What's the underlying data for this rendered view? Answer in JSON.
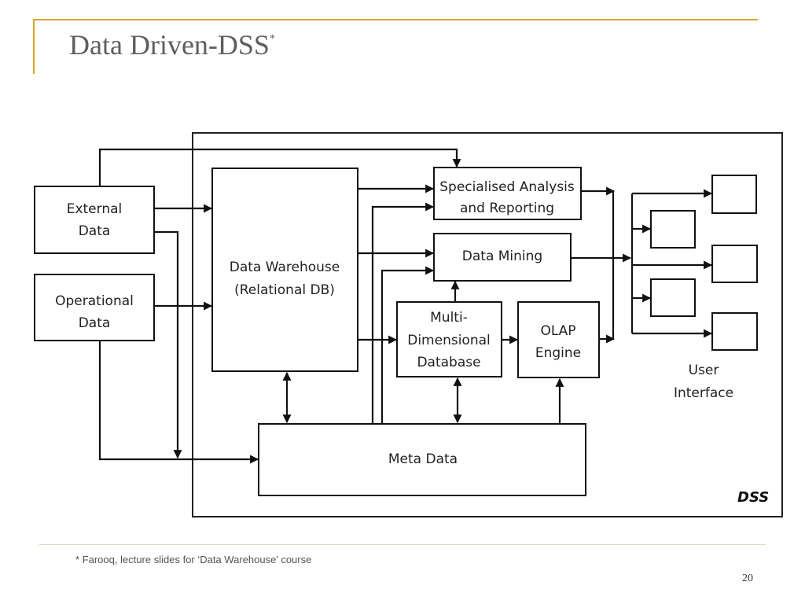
{
  "slide": {
    "title": "Data Driven-DSS",
    "title_marker": "*",
    "footnote": "* Farooq, lecture slides for ‘Data Warehouse’ course",
    "page_number": "20",
    "accent_color": "#d4a92a"
  },
  "diagram": {
    "container_label": "DSS",
    "nodes": {
      "external_data": [
        "External",
        "Data"
      ],
      "operational_data": [
        "Operational",
        "Data"
      ],
      "data_warehouse": [
        "Data Warehouse",
        "(Relational DB)"
      ],
      "specialised_analysis": [
        "Specialised Analysis",
        "and Reporting"
      ],
      "data_mining": [
        "Data Mining"
      ],
      "mddb": [
        "Multi-",
        "Dimensional",
        "Database"
      ],
      "olap": [
        "OLAP",
        "Engine"
      ],
      "meta_data": [
        "Meta Data"
      ],
      "user_interface": [
        "User",
        "Interface"
      ]
    },
    "edges": [
      {
        "from": "External Data",
        "to": "Data Warehouse"
      },
      {
        "from": "External Data",
        "to": "Specialised Analysis and Reporting"
      },
      {
        "from": "External Data",
        "to": "Meta Data"
      },
      {
        "from": "Operational Data",
        "to": "Data Warehouse"
      },
      {
        "from": "Operational Data",
        "to": "Meta Data"
      },
      {
        "from": "Data Warehouse",
        "to": "Specialised Analysis and Reporting"
      },
      {
        "from": "Data Warehouse",
        "to": "Data Mining"
      },
      {
        "from": "Data Warehouse",
        "to": "Multi-Dimensional Database"
      },
      {
        "from": "Data Warehouse",
        "to": "Meta Data",
        "bidirectional": true
      },
      {
        "from": "Meta Data",
        "to": "Specialised Analysis and Reporting"
      },
      {
        "from": "Meta Data",
        "to": "Data Mining"
      },
      {
        "from": "Multi-Dimensional Database",
        "to": "Data Mining"
      },
      {
        "from": "Multi-Dimensional Database",
        "to": "OLAP Engine"
      },
      {
        "from": "Multi-Dimensional Database",
        "to": "Meta Data",
        "bidirectional": true
      },
      {
        "from": "Meta Data",
        "to": "OLAP Engine"
      },
      {
        "from": "Specialised Analysis and Reporting",
        "to": "User Interface"
      },
      {
        "from": "Data Mining",
        "to": "User Interface"
      },
      {
        "from": "OLAP Engine",
        "to": "User Interface"
      }
    ]
  }
}
